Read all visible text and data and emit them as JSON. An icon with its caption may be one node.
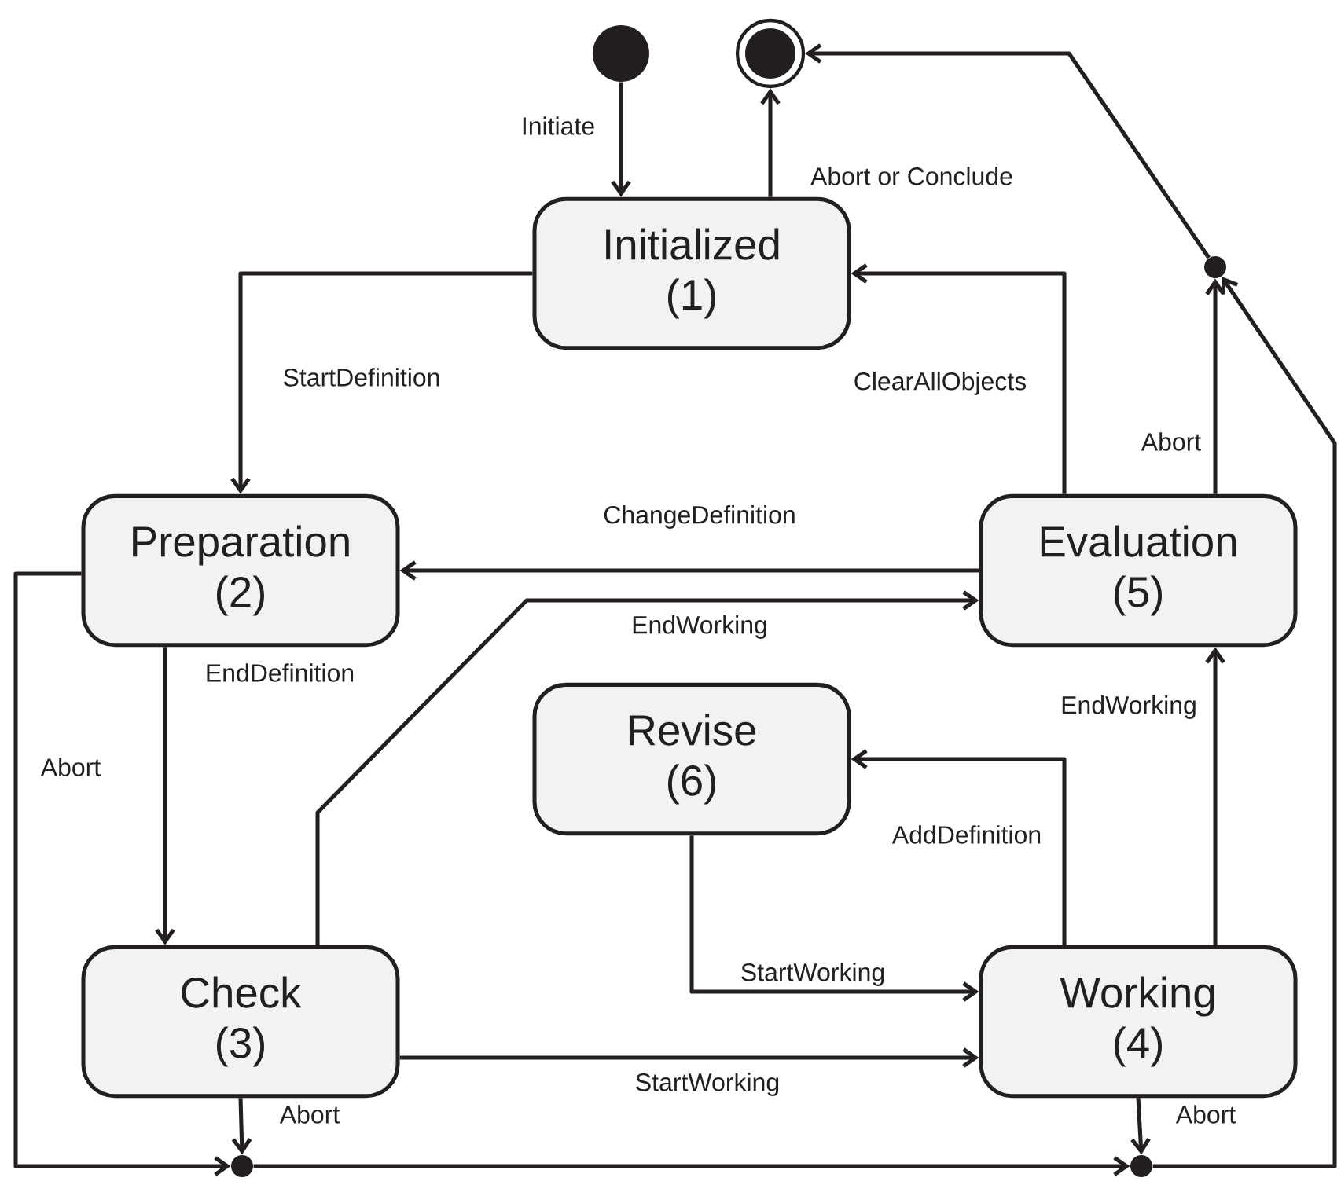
{
  "diagram": {
    "nodes": [
      {
        "text": [],
        "shape": "circle"
      },
      {
        "text": [],
        "shape": "bullseye"
      },
      {
        "text": [
          "Initialized",
          "(1)"
        ]
      },
      {
        "text": [
          "Preparation",
          "(2)"
        ]
      },
      {
        "text": [
          "Evaluation",
          "(5)"
        ]
      },
      {
        "text": [
          "Revise",
          "(6)"
        ]
      },
      {
        "text": [
          "Check",
          "(3)"
        ]
      },
      {
        "text": [
          "Working",
          "(4)"
        ]
      },
      {
        "text": [],
        "shape": "circle"
      },
      {
        "text": [],
        "shape": "circle"
      },
      {
        "text": [],
        "shape": "circle"
      }
    ],
    "edges": [
      {
        "from": 0,
        "to": 2,
        "arrow": "to",
        "label": "Initiate"
      },
      {
        "from": 2,
        "to": 1,
        "arrow": "to",
        "label": "Abort or Conclude"
      },
      {
        "from": 2,
        "to": 3,
        "arrow": "to",
        "label": "StartDefinition"
      },
      {
        "from": 4,
        "to": 2,
        "arrow": "to",
        "label": "ClearAllObjects"
      },
      {
        "from": 4,
        "to": 3,
        "arrow": "to",
        "label": "ChangeDefinition"
      },
      {
        "from": 3,
        "to": 6,
        "arrow": "to",
        "label": "EndDefinition"
      },
      {
        "from": 6,
        "to": 4,
        "arrow": "to",
        "label": "EndWorking"
      },
      {
        "from": 7,
        "to": 5,
        "arrow": "to",
        "label": "AddDefinition"
      },
      {
        "from": 5,
        "to": 7,
        "arrow": "to",
        "label": "StartWorking"
      },
      {
        "from": 6,
        "to": 7,
        "arrow": "to",
        "label": "StartWorking"
      },
      {
        "from": 7,
        "to": 4,
        "arrow": "to",
        "label": "EndWorking"
      },
      {
        "from": 4,
        "to": 10,
        "arrow": "to",
        "label": "Abort"
      },
      {
        "from": 3,
        "to": 8,
        "arrow": "to",
        "label": "Abort"
      },
      {
        "from": 6,
        "to": 8,
        "arrow": "to",
        "label": "Abort"
      },
      {
        "from": 7,
        "to": 9,
        "arrow": "to",
        "label": "Abort"
      },
      {
        "from": 8,
        "to": 9,
        "arrow": "to"
      },
      {
        "from": 9,
        "to": 10,
        "arrow": "to"
      },
      {
        "from": 10,
        "to": 1,
        "arrow": "to"
      }
    ]
  }
}
